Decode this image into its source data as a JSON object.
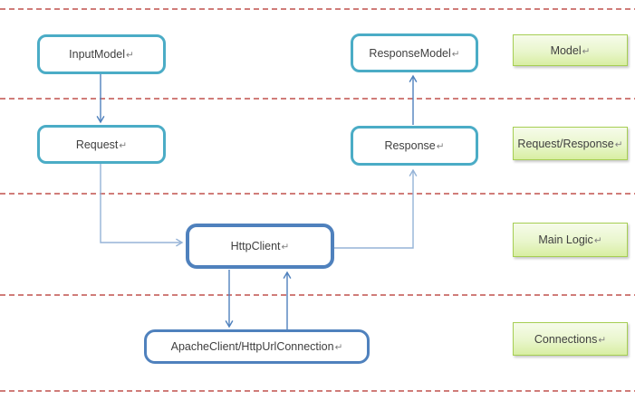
{
  "nodes": [
    {
      "name": "input-model",
      "label": "InputModel",
      "eol": "↵"
    },
    {
      "name": "request",
      "label": "Request",
      "eol": "↵"
    },
    {
      "name": "response-model",
      "label": "ResponseModel",
      "eol": "↵"
    },
    {
      "name": "response",
      "label": "Response",
      "eol": "↵"
    },
    {
      "name": "http-client",
      "label": "HttpClient",
      "eol": "↵"
    },
    {
      "name": "apache-client",
      "label": "ApacheClient/HttpUrlConnection",
      "eol": "↵"
    }
  ],
  "layer_labels": [
    {
      "name": "model",
      "label": "Model",
      "eol": "↵"
    },
    {
      "name": "request-response",
      "label": "Request/Response",
      "eol": "↵"
    },
    {
      "name": "main-logic",
      "label": "Main Logic",
      "eol": "↵"
    },
    {
      "name": "connections",
      "label": "Connections",
      "eol": "↵"
    }
  ],
  "edges": [
    {
      "from": "InputModel",
      "to": "Request",
      "color": "dark-blue"
    },
    {
      "from": "Request",
      "to": "HttpClient",
      "color": "light-blue"
    },
    {
      "from": "HttpClient",
      "to": "Response",
      "color": "light-blue"
    },
    {
      "from": "Response",
      "to": "ResponseModel",
      "color": "dark-blue"
    },
    {
      "from": "HttpClient",
      "to": "ApacheClient/HttpUrlConnection",
      "color": "dark-blue"
    },
    {
      "from": "ApacheClient/HttpUrlConnection",
      "to": "HttpClient",
      "color": "dark-blue"
    }
  ],
  "separators": {
    "count": 5,
    "style": "dashed",
    "y_positions": [
      10,
      109,
      214,
      326,
      432
    ]
  },
  "colors": {
    "node_border_teal": "#4BACC6",
    "node_border_blue": "#4F81BD",
    "arrow_dark": "#4F81BD",
    "arrow_light": "#95B3D7",
    "separator_red": "#C0504D",
    "label_border_green": "#A6CE53",
    "label_fill_top": "#F6FBEA",
    "label_fill_bottom": "#D8EEA2",
    "text": "#3F3F3F",
    "eol_mark": "#808080",
    "background": "#FFFFFF"
  }
}
